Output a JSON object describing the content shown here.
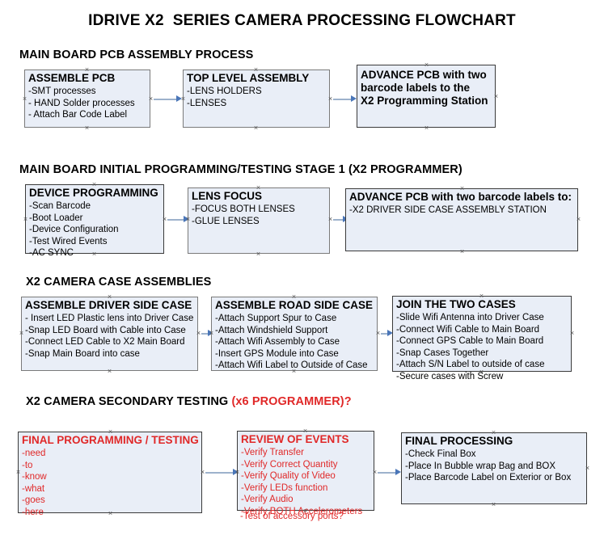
{
  "document": {
    "title": "IDRIVE X2  SERIES CAMERA PROCESSING FLOWCHART"
  },
  "sections": [
    {
      "id": "main-board-pcb-assembly",
      "heading": "MAIN BOARD PCB ASSEMBLY PROCESS",
      "heading_accent": ""
    },
    {
      "id": "main-board-initial-programming",
      "heading": "MAIN BOARD INITIAL PROGRAMMING/TESTING STAGE 1 (X2 PROGRAMMER)",
      "heading_accent": ""
    },
    {
      "id": "x2-camera-case-assemblies",
      "heading": "X2 CAMERA CASE ASSEMBLIES",
      "heading_accent": ""
    },
    {
      "id": "x2-camera-secondary-testing",
      "heading": "X2 CAMERA SECONDARY TESTING ",
      "heading_accent": "(x6 PROGRAMMER)?"
    }
  ],
  "boxes": {
    "assemble_pcb": {
      "title": "ASSEMBLE PCB",
      "lines": [
        " -SMT processes",
        "- HAND Solder processes",
        "- Attach Bar Code Label"
      ]
    },
    "top_level_assembly": {
      "title": "TOP LEVEL ASSEMBLY",
      "lines": [
        "-LENS HOLDERS",
        "-LENSES"
      ]
    },
    "advance_pcb_station": {
      "title": "ADVANCE PCB with two\nbarcode labels to the\n X2 Programming Station",
      "lines": []
    },
    "device_programming": {
      "title": "DEVICE PROGRAMMING",
      "lines": [
        "-Scan Barcode",
        "-Boot Loader",
        "-Device Configuration",
        "-Test Wired Events",
        "-AC SYNC"
      ]
    },
    "lens_focus": {
      "title": "LENS FOCUS",
      "lines": [
        "-FOCUS BOTH LENSES",
        "-GLUE LENSES"
      ]
    },
    "advance_pcb_driver_side": {
      "title": "ADVANCE PCB with two barcode labels to:",
      "lines": [
        "-X2 DRIVER  SIDE  CASE  ASSEMBLY STATION"
      ]
    },
    "assemble_driver_side_case": {
      "title": "ASSEMBLE DRIVER SIDE CASE",
      "lines": [
        "- Insert LED Plastic lens into Driver Case",
        "-Snap LED Board with Cable into Case",
        "-Connect LED Cable to X2 Main Board",
        "-Snap Main Board into case"
      ]
    },
    "assemble_road_side_case": {
      "title": "ASSEMBLE ROAD SIDE CASE",
      "lines": [
        "-Attach Support Spur to Case",
        "-Attach Windshield Support",
        "-Attach Wifi Assembly to Case",
        "-Insert GPS Module into Case",
        "-Attach Wifi Label to Outside of Case"
      ]
    },
    "join_the_two_cases": {
      "title": "JOIN THE TWO CASES",
      "lines": [
        "-Slide Wifi Antenna into Driver Case",
        "-Connect Wifi Cable to Main Board",
        "-Connect GPS Cable to Main Board",
        "-Snap Cases Together",
        "-Attach S/N Label to outside of case",
        "-Secure cases with Screw"
      ]
    },
    "final_programming_testing": {
      "title": "FINAL PROGRAMMING / TESTING",
      "lines": [
        "-need",
        "-to",
        "-know",
        "-what",
        "-goes",
        "-here"
      ]
    },
    "review_of_events": {
      "title": "REVIEW OF EVENTS",
      "lines": [
        "-Verify Transfer",
        "-Verify Correct Quantity",
        "-Verify Quality of Video",
        "-Verify LEDs function",
        "-Verify Audio",
        "-Verify BOTH Accelerometers"
      ],
      "overflow_line": "-Test of accessory ports?"
    },
    "final_processing": {
      "title": "FINAL PROCESSING",
      "lines": [
        " -Check Final Box",
        "-Place In Bubble wrap Bag and BOX",
        "-Place Barcode Label on Exterior or Box"
      ]
    }
  },
  "colors": {
    "box_fill": "#e9eef7",
    "box_border": "#7a7a7a",
    "connector": "#9db2cc",
    "arrow": "#4a76b8",
    "accent_red": "#e02828",
    "text": "#000000"
  }
}
